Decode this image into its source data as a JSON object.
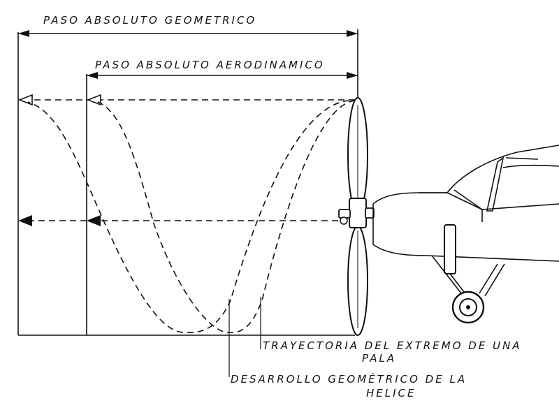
{
  "labels": {
    "geometric_pitch": "PASO ABSOLUTO GEOMETRICO",
    "aerodynamic_pitch": "PASO ABSOLUTO AERODINAMICO",
    "blade_tip_path_line1": "TRAYECTORIA DEL EXTREMO DE UNA",
    "blade_tip_path_line2": "PALA",
    "geometric_development_line1": "DESARROLLO GEOMÉTRICO DE LA",
    "geometric_development_line2": "HELICE"
  }
}
